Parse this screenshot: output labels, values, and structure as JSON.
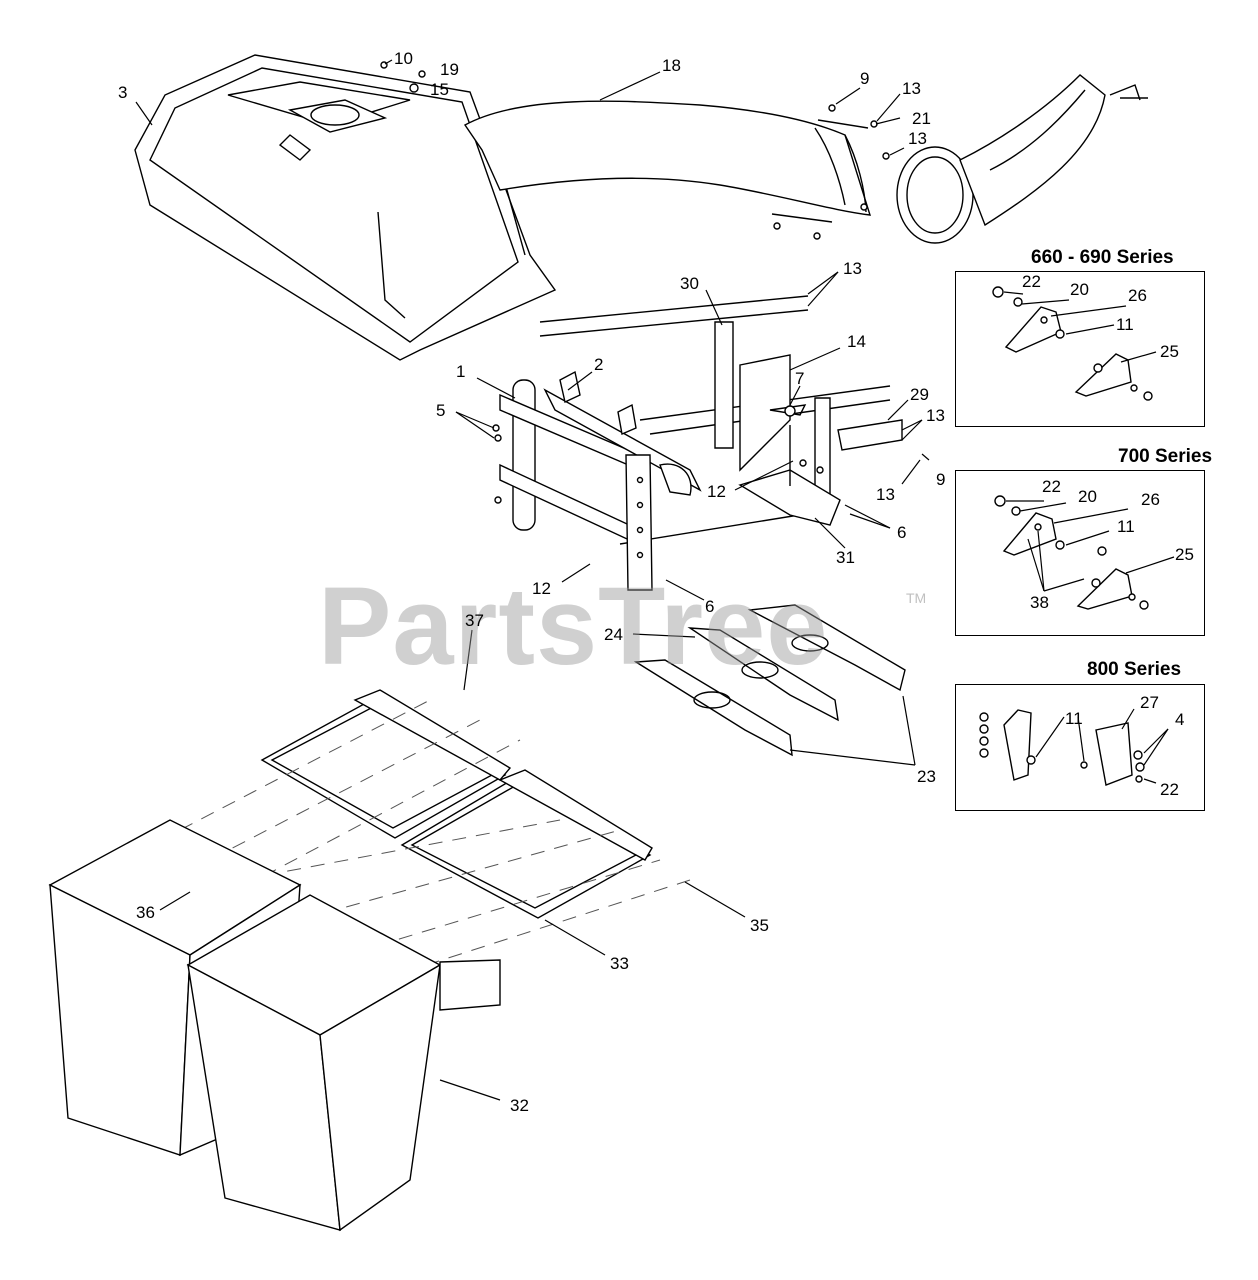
{
  "watermark": {
    "text": "PartsTree",
    "mark": "TM"
  },
  "insets": [
    {
      "title": "660 - 690 Series"
    },
    {
      "title": "700 Series"
    },
    {
      "title": "800 Series"
    }
  ],
  "callouts": {
    "c3": "3",
    "c10": "10",
    "c19": "19",
    "c15": "15",
    "c18": "18",
    "c9a": "9",
    "c13a": "13",
    "c21": "21",
    "c13b": "13",
    "c13c": "13",
    "c30": "30",
    "c14": "14",
    "c1": "1",
    "c2": "2",
    "c7": "7",
    "c29": "29",
    "c13d": "13",
    "c5": "5",
    "c12a": "12",
    "c13e": "13",
    "c9b": "9",
    "c6a": "6",
    "c31": "31",
    "c12b": "12",
    "c6b": "6",
    "c37": "37",
    "c24": "24",
    "c23": "23",
    "c36": "36",
    "c35": "35",
    "c33": "33",
    "c32": "32",
    "i1_22": "22",
    "i1_20": "20",
    "i1_26": "26",
    "i1_11": "11",
    "i1_25": "25",
    "i2_22": "22",
    "i2_20": "20",
    "i2_26": "26",
    "i2_11": "11",
    "i2_25": "25",
    "i2_38": "38",
    "i3_11": "11",
    "i3_27": "27",
    "i3_4": "4",
    "i3_22": "22"
  }
}
